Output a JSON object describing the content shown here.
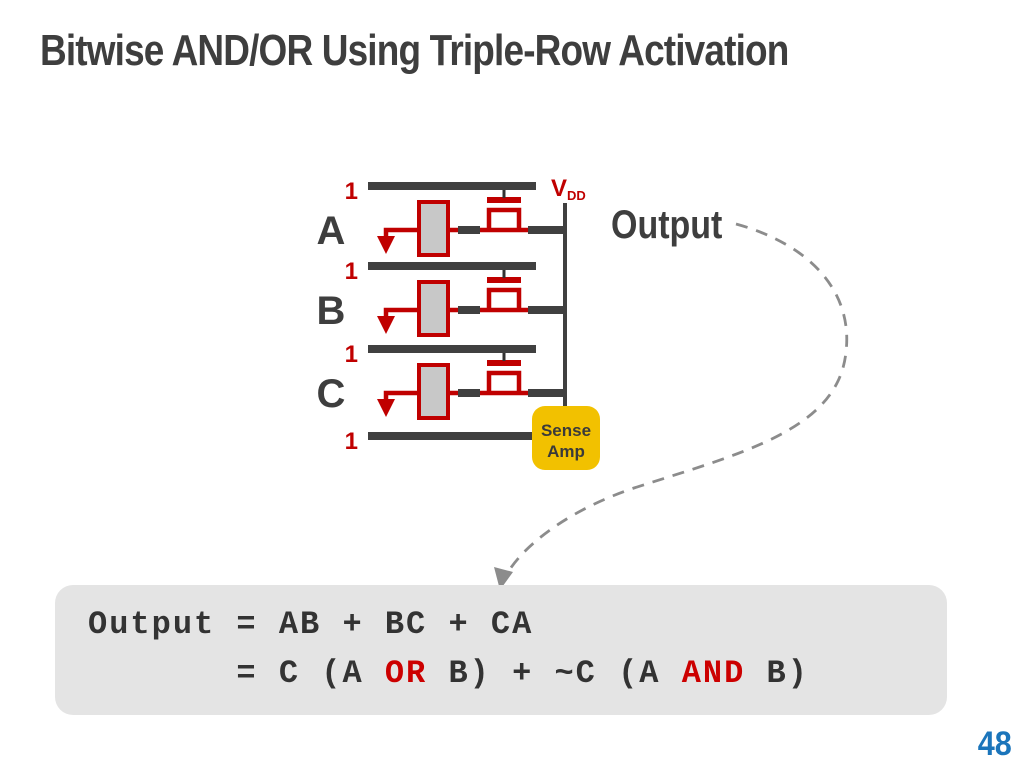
{
  "slide": {
    "title": "Bitwise AND/OR Using Triple-Row Activation",
    "page_number": "48"
  },
  "circuit": {
    "vdd_label": {
      "base": "V",
      "subscript": "DD"
    },
    "output_label": "Output",
    "sense_amp": {
      "line1": "Sense",
      "line2": "Amp"
    },
    "rows": [
      {
        "label": "A",
        "wordline_value": "1"
      },
      {
        "label": "B",
        "wordline_value": "1"
      },
      {
        "label": "C",
        "wordline_value": "1"
      }
    ],
    "bottom_wordline_value": "1"
  },
  "formula": {
    "line1": "Output = AB + BC + CA",
    "line2": {
      "prefix": "       = C (A ",
      "op1": "OR",
      "mid": " B) + ~C (A ",
      "op2": "AND",
      "suffix": " B)"
    }
  },
  "colors": {
    "accent_red": "#C00000",
    "dark_gray": "#404040",
    "text_gray": "#3E3E3E",
    "capacitor_gray": "#C8C8C8",
    "sense_amp_yellow": "#F2C100",
    "formula_box_bg": "#E4E4E4",
    "formula_text": "#333333",
    "formula_keyword_red": "#CC0000",
    "page_number_blue": "#1B75BB",
    "dashed_arrow_gray": "#8C8C8C"
  }
}
